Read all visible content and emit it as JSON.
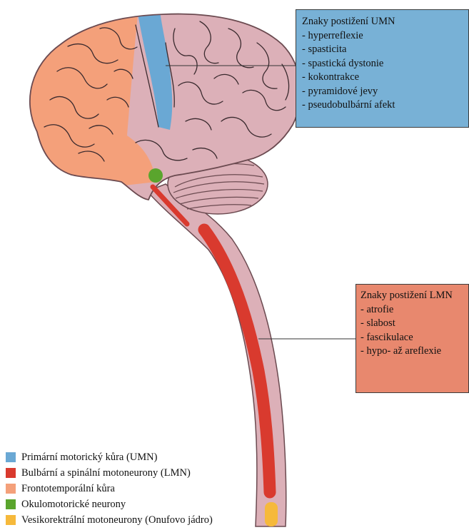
{
  "colors": {
    "umn": "#6aa8d4",
    "lmn": "#d93a2e",
    "frontotemporal": "#f4a07a",
    "oculomotor": "#5aa52d",
    "vesicorectal": "#f6b93b",
    "brain": "#dcb0b8",
    "umn_box": "#78b1d6",
    "lmn_box": "#e8886e"
  },
  "umn_box": {
    "title": "Znaky postižení UMN",
    "items": [
      "- hyperreflexie",
      "- spasticita",
      "- spastická dystonie",
      "- kokontrakce",
      "- pyramidové jevy",
      "- pseudobulbární afekt"
    ]
  },
  "lmn_box": {
    "title": "Znaky postižení LMN",
    "items": [
      "- atrofie",
      "- slabost",
      "- fascikulace",
      "- hypo- až areflexie"
    ]
  },
  "legend": [
    {
      "color": "#6aa8d4",
      "label": "Primární motorický kůra (UMN)"
    },
    {
      "color": "#d93a2e",
      "label": "Bulbární a spinální motoneurony (LMN)"
    },
    {
      "color": "#f4a07a",
      "label": "Frontotemporální kůra"
    },
    {
      "color": "#5aa52d",
      "label": "Okulomotorické neurony"
    },
    {
      "color": "#f6b93b",
      "label": "Vesikorektrální motoneurony (Onufovo jádro)"
    }
  ]
}
